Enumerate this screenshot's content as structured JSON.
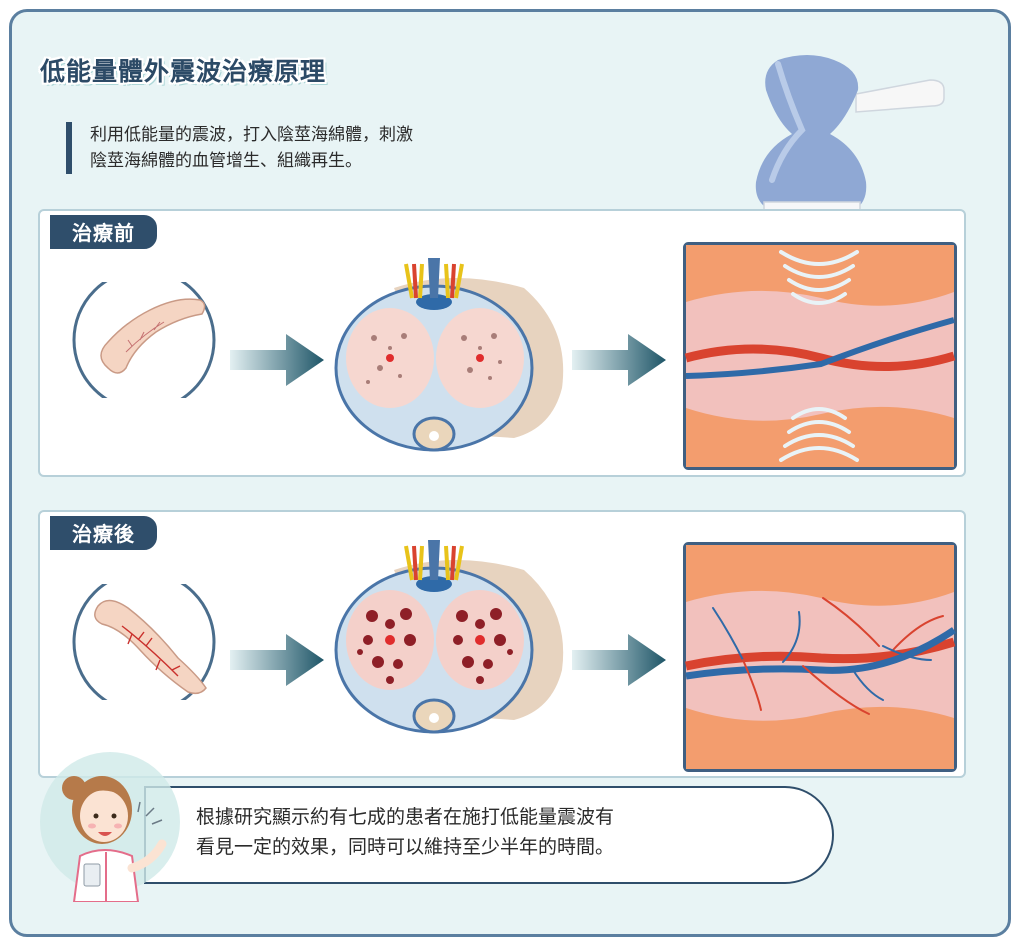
{
  "title": "低能量體外震波治療原理",
  "intro": {
    "line1": "利用低能量的震波，打入陰莖海綿體，刺激",
    "line2": "陰莖海綿體的血管增生、組織再生。"
  },
  "before_label": "治療前",
  "after_label": "治療後",
  "note": {
    "line1": "根據研究顯示約有七成的患者在施打低能量震波有",
    "line2": "看見一定的效果，同時可以維持至少半年的時間。"
  },
  "colors": {
    "navy": "#2f4e6b",
    "arrow": "#1f5668",
    "artery": "#d9432f",
    "vein": "#2f6aa8",
    "tissue": "#f4a584",
    "device": "#8fa8d4"
  },
  "icons": [
    "shockwave-device",
    "arrow-right",
    "penis-cross-section",
    "blood-vessel",
    "nurse-illustration"
  ]
}
